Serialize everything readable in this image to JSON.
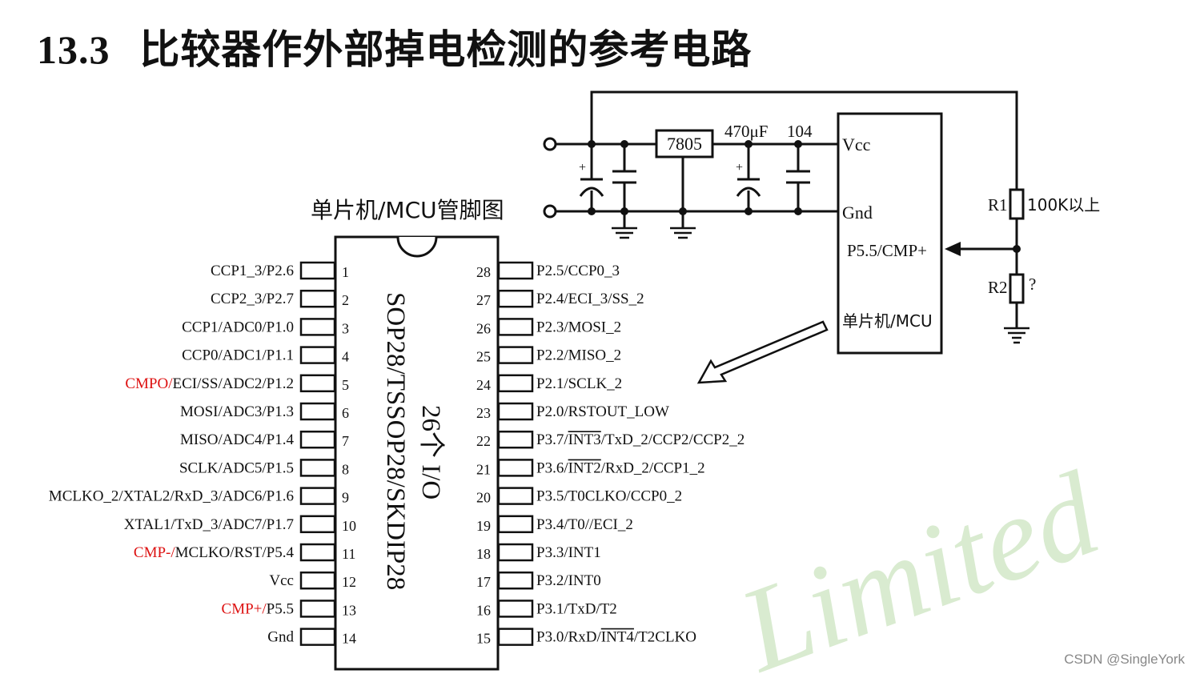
{
  "title": {
    "number": "13.3",
    "text": "比较器作外部掉电检测的参考电路"
  },
  "circuit": {
    "regulator": "7805",
    "cap1": "470μF",
    "cap2": "104",
    "mcu_pins": {
      "vcc": "Vcc",
      "gnd": "Gnd",
      "cmp": "P5.5/CMP+",
      "label": "单片机/MCU"
    },
    "r1": {
      "name": "R1",
      "value": "100K以上"
    },
    "r2": {
      "name": "R2",
      "value": "?"
    }
  },
  "chip": {
    "heading": "单片机/MCU管脚图",
    "package": "SOP28/TSSOP28/SKDIP28",
    "io_count": "26个 I/O",
    "left_pins": [
      {
        "num": "1",
        "pre": "",
        "label": "CCP1_3/P2.6"
      },
      {
        "num": "2",
        "pre": "",
        "label": "CCP2_3/P2.7"
      },
      {
        "num": "3",
        "pre": "",
        "label": "CCP1/ADC0/P1.0"
      },
      {
        "num": "4",
        "pre": "",
        "label": "CCP0/ADC1/P1.1"
      },
      {
        "num": "5",
        "pre": "CMPO/",
        "label": "ECI/SS/ADC2/P1.2"
      },
      {
        "num": "6",
        "pre": "",
        "label": "MOSI/ADC3/P1.3"
      },
      {
        "num": "7",
        "pre": "",
        "label": "MISO/ADC4/P1.4"
      },
      {
        "num": "8",
        "pre": "",
        "label": "SCLK/ADC5/P1.5"
      },
      {
        "num": "9",
        "pre": "",
        "label": "MCLKO_2/XTAL2/RxD_3/ADC6/P1.6"
      },
      {
        "num": "10",
        "pre": "",
        "label": "XTAL1/TxD_3/ADC7/P1.7"
      },
      {
        "num": "11",
        "pre": "CMP-/",
        "label": "MCLKO/RST/P5.4"
      },
      {
        "num": "12",
        "pre": "",
        "label": "Vcc"
      },
      {
        "num": "13",
        "pre": "CMP+/",
        "label": "P5.5"
      },
      {
        "num": "14",
        "pre": "",
        "label": "Gnd"
      }
    ],
    "right_pins": [
      {
        "num": "28",
        "label": "P2.5/CCP0_3"
      },
      {
        "num": "27",
        "label": "P2.4/ECI_3/SS_2"
      },
      {
        "num": "26",
        "label": "P2.3/MOSI_2"
      },
      {
        "num": "25",
        "label": "P2.2/MISO_2"
      },
      {
        "num": "24",
        "label": "P2.1/SCLK_2"
      },
      {
        "num": "23",
        "label": "P2.0/RSTOUT_LOW"
      },
      {
        "num": "22",
        "label": "P3.7/INT3/TxD_2/CCP2/CCP2_2"
      },
      {
        "num": "21",
        "label": "P3.6/INT2/RxD_2/CCP1_2"
      },
      {
        "num": "20",
        "label": "P3.5/T0CLKO/CCP0_2"
      },
      {
        "num": "19",
        "label": "P3.4/T0//ECI_2"
      },
      {
        "num": "18",
        "label": "P3.3/INT1"
      },
      {
        "num": "17",
        "label": "P3.2/INT0"
      },
      {
        "num": "16",
        "label": "P3.1/TxD/T2"
      },
      {
        "num": "15",
        "label": "P3.0/RxD/INT4/T2CLKO"
      }
    ]
  },
  "watermark": "Limited",
  "credit": "CSDN @SingleYork",
  "colors": {
    "ink": "#111111",
    "red": "#dd1111",
    "watermark": "#d9ebd0"
  }
}
